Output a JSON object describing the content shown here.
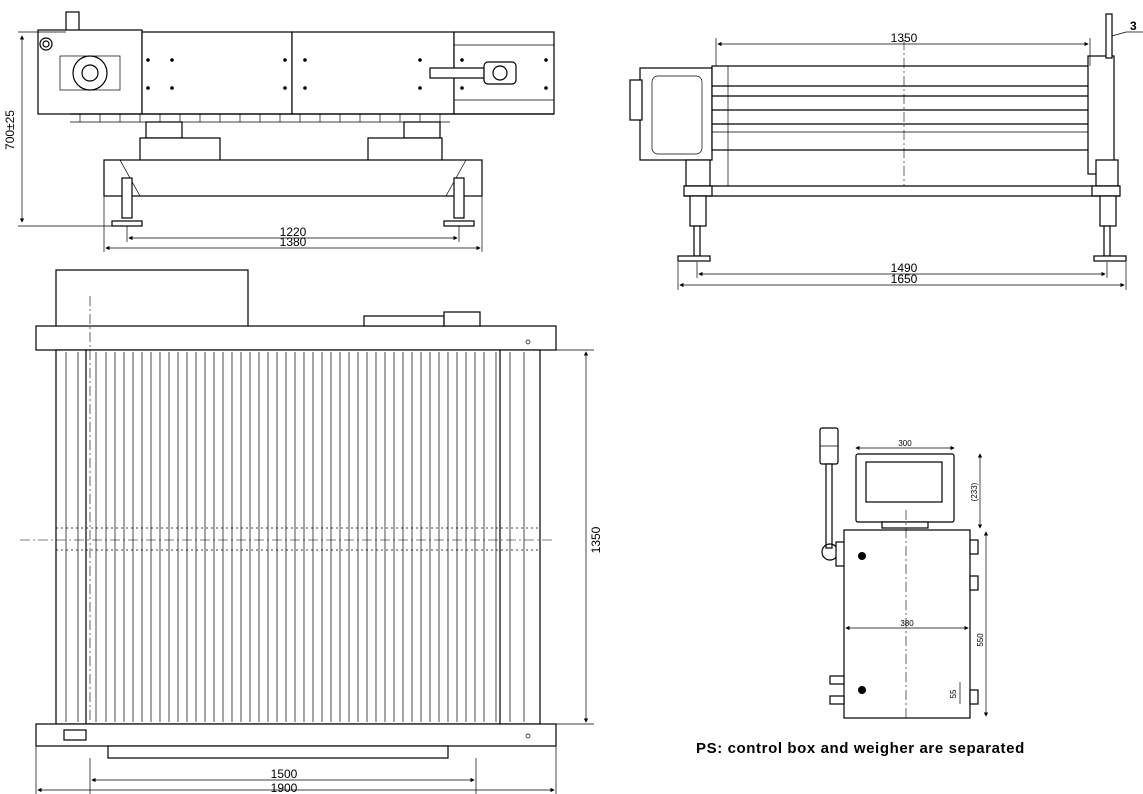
{
  "drawing": {
    "side_view": {
      "height_dim": "700±25",
      "width_inner_dim": "1220",
      "width_outer_dim": "1380"
    },
    "end_view": {
      "top_dim": "1350",
      "foot_inner_dim": "1490",
      "foot_outer_dim": "1650",
      "callout": "3"
    },
    "top_view": {
      "depth_dim": "1350",
      "bottom_inner_dim": "1500",
      "bottom_outer_dim": "1900"
    },
    "control_box": {
      "screen_width_dim": "300",
      "screen_height_dim": "(233)",
      "box_width_dim": "380",
      "box_height_dim": "550",
      "small_dim": "55"
    },
    "note": "PS: control box and weigher are separated"
  }
}
